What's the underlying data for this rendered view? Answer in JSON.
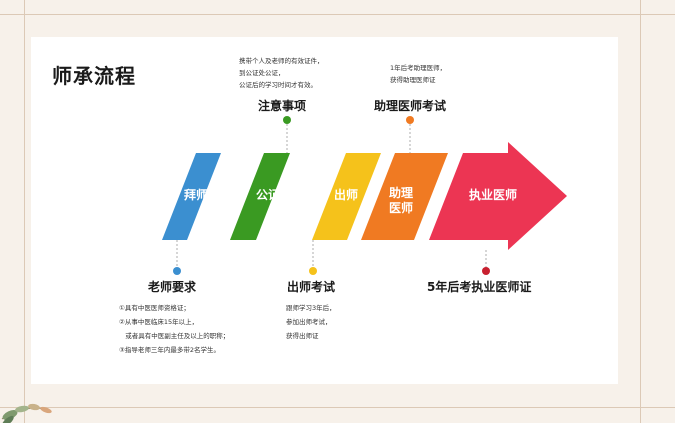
{
  "title": "师承流程",
  "stages": [
    {
      "label": "拜师",
      "color": "#3b8fd0"
    },
    {
      "label": "公证",
      "color": "#3a9a22"
    },
    {
      "label": "出师",
      "color": "#f5c21b"
    },
    {
      "label": "助理\n医师",
      "color": "#f07a22"
    },
    {
      "label": "执业医师",
      "color": "#ec3553"
    }
  ],
  "top_items": [
    {
      "heading": "注意事项",
      "notes": [
        "携带个人及老师的有效证件，",
        "到公证处公证，",
        "公证后的学习时间才有效。"
      ],
      "dot_color": "#3a9a22"
    },
    {
      "heading": "助理医师考试",
      "notes": [
        "1年后考助理医师，",
        "获得助理医师证"
      ],
      "dot_color": "#f07a22"
    }
  ],
  "bottom_items": [
    {
      "heading": "老师要求",
      "notes": [
        "①具有中医医师资格证；",
        "②从事中医临床15年以上，",
        "   或者具有中医副主任及以上的职称；",
        "③指导老师三年内最多带2名学生。"
      ],
      "dot_color": "#3b8fd0"
    },
    {
      "heading": "出师考试",
      "notes": [
        "跟师学习3年后，",
        "参加出师考试，",
        "获得出师证"
      ],
      "dot_color": "#f5c21b"
    },
    {
      "heading": "5年后考执业医师证",
      "notes": [],
      "dot_color": "#c8202f"
    }
  ]
}
